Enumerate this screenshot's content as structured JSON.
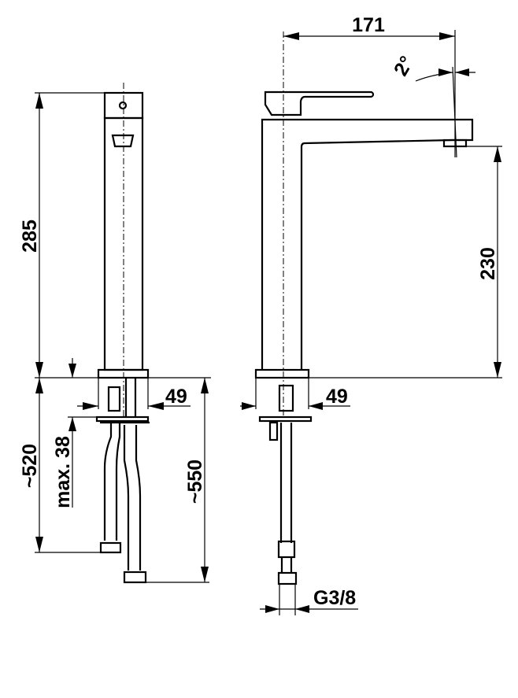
{
  "dimensions": {
    "overall_height": "285",
    "front_connection_width": "49",
    "side_connection_width": "49",
    "hose_length_short": "~520",
    "hose_length_long": "~550",
    "max_deck_thickness": "max. 38",
    "spout_reach": "171",
    "spout_angle": "2°",
    "spout_height": "230",
    "thread_size": "G3/8"
  },
  "colors": {
    "line": "#000000",
    "background": "#ffffff"
  }
}
